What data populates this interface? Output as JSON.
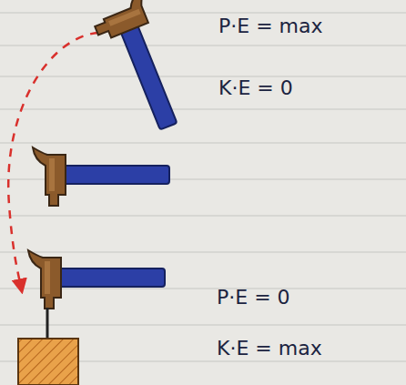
{
  "diagram": {
    "labels": [
      "P·E = max",
      "K·E = 0",
      "P·E = 0",
      "K·E = max"
    ]
  }
}
